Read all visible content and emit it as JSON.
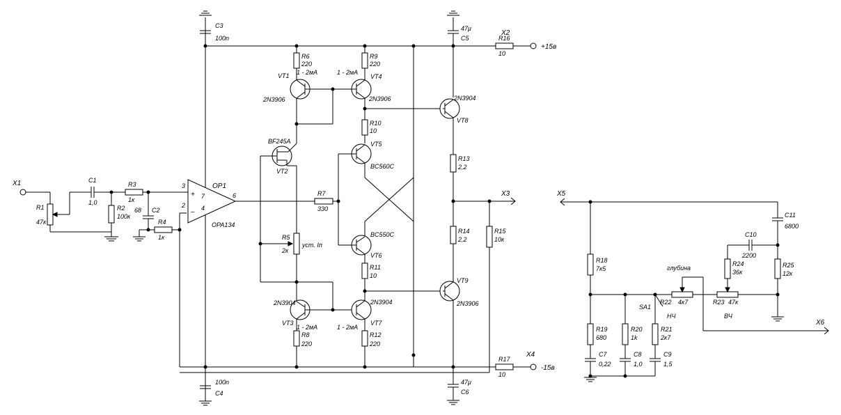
{
  "labels": {
    "X1": "X1",
    "X2": "X2",
    "X3": "X3",
    "X4": "X4",
    "X5": "X5",
    "X6": "X6",
    "plus15": "+15в",
    "minus15": "-15в",
    "R1": "R1",
    "R1v": "47к",
    "R2": "R2",
    "R2v": "100к",
    "R3": "R3",
    "R3v": "1к",
    "R4": "R4",
    "R4v": "1к",
    "R5": "R5",
    "R5v": "2к",
    "R5t": "уст. Iп",
    "R6": "R6",
    "R6v": "220",
    "R7": "R7",
    "R7v": "330",
    "R8": "R8",
    "R8v": "220",
    "R9": "R9",
    "R9v": "220",
    "R10": "R10",
    "R10v": "10",
    "R11": "R11",
    "R11v": "10",
    "R12": "R12",
    "R12v": "220",
    "R13": "R13",
    "R13v": "2,2",
    "R14": "R14",
    "R14v": "2,2",
    "R15": "R15",
    "R15v": "10к",
    "R16": "R16",
    "R16v": "10",
    "R17": "R17",
    "R17v": "10",
    "R18": "R18",
    "R18v": "7к5",
    "R19": "R19",
    "R19v": "680",
    "R20": "R20",
    "R20v": "1k",
    "R21": "R21",
    "R21v": "2к7",
    "R22": "R22",
    "R22v": "4к7",
    "R23": "R23",
    "R23v": "47к",
    "R24": "R24",
    "R24v": "36к",
    "R25": "R25",
    "R25v": "12к",
    "C1": "C1",
    "C1v": "1,0",
    "C2": "C2",
    "C2v": "68",
    "C3": "C3",
    "C3v": "100n",
    "C4": "C4",
    "C4v": "100n",
    "C5": "C5",
    "C5v": "47μ",
    "C6": "C6",
    "C6v": "47μ",
    "C7": "C7",
    "C7v": "0,22",
    "C8": "C8",
    "C8v": "1,0",
    "C9": "C9",
    "C9v": "1,5",
    "C10": "C10",
    "C10v": "2200",
    "C11": "C11",
    "C11v": "6800",
    "OP1": "OP1",
    "OP1type": "OPA134",
    "pin2": "2",
    "pin3": "3",
    "pin4": "4",
    "pin6": "6",
    "pin7": "7",
    "VT1": "VT1",
    "VT1t": "2N3906",
    "VT2": "VT2",
    "VT2t": "BF245A",
    "VT3": "VT3",
    "VT3t": "2N3904",
    "VT4": "VT4",
    "VT4t": "2N3906",
    "VT5": "VT5",
    "VT5t": "BC560C",
    "VT6": "VT6",
    "VT6t": "BC550C",
    "VT7": "VT7",
    "VT7t": "2N3904",
    "VT8": "VT8",
    "VT8t": "2N3904",
    "VT9": "VT9",
    "VT9t": "2N3906",
    "I1": "1 - 2мА",
    "I4": "1 - 2мА",
    "I3": "1 - 2мА",
    "I7": "1 - 2мА",
    "SA1": "SA1",
    "depth": "глубина",
    "lf": "НЧ",
    "hf": "ВЧ"
  }
}
